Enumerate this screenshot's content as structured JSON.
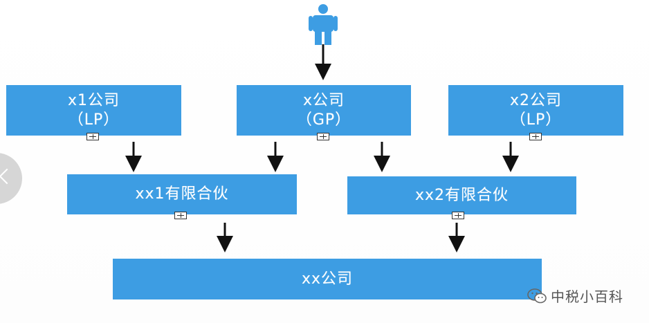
{
  "nodes": {
    "x1": {
      "name": "x1公司",
      "role": "（LP）"
    },
    "x": {
      "name": "x公司",
      "role": "（GP）"
    },
    "x2": {
      "name": "x2公司",
      "role": "（LP）"
    },
    "xx1": {
      "name": "xx1有限合伙"
    },
    "xx2": {
      "name": "xx2有限合伙"
    },
    "xx": {
      "name": "xx公司"
    }
  },
  "watermark": {
    "text": "中税小百科"
  },
  "colors": {
    "box": "#3d9de3",
    "person": "#3d9de3",
    "arrow": "#111111"
  }
}
